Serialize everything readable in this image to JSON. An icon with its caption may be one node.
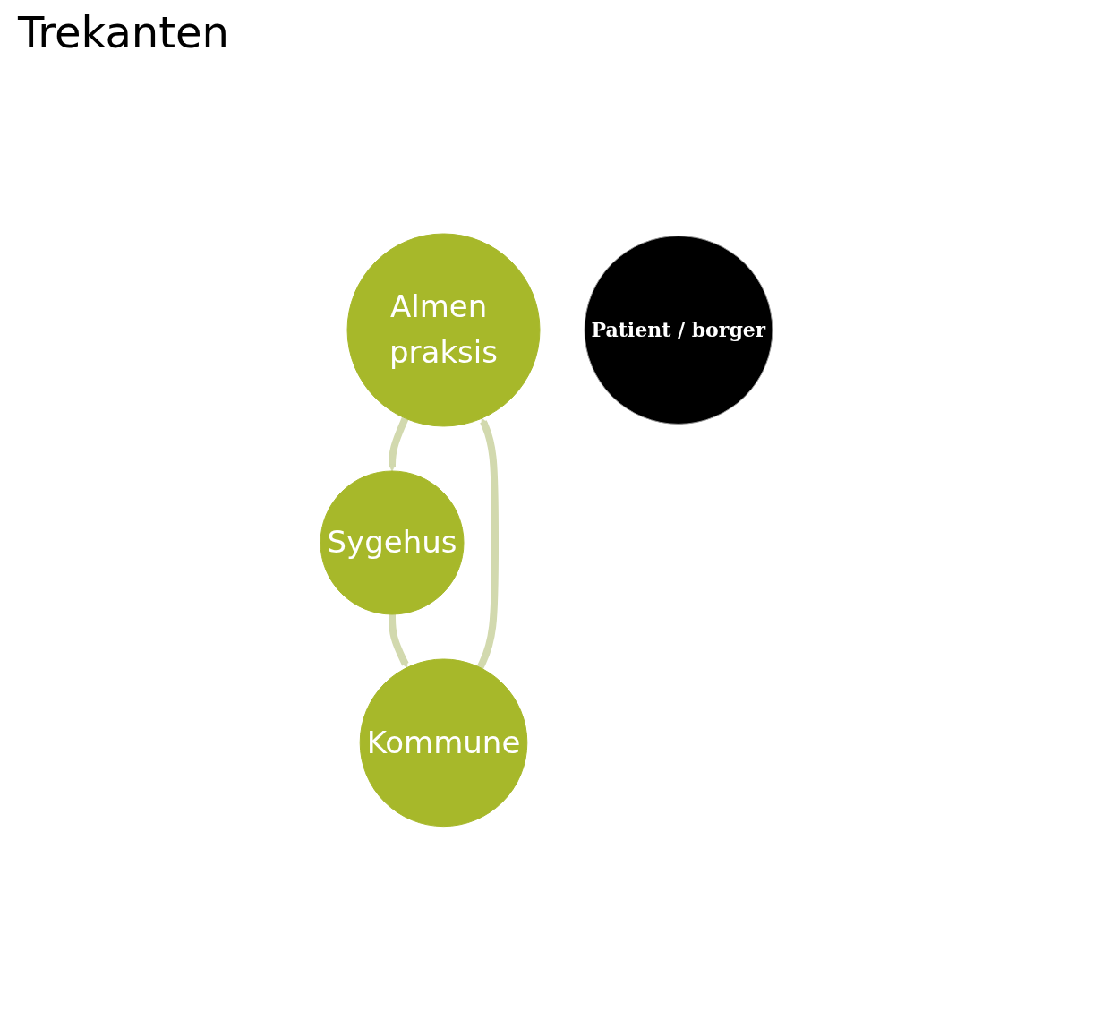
{
  "diagram": {
    "title": "Trekanten",
    "nodes": [
      {
        "text": [
          "Almen praksis"
        ]
      },
      {
        "text": [
          "Patient / borger"
        ]
      },
      {
        "text": [
          "Kommune"
        ]
      },
      {
        "text": [
          "Sygehus"
        ]
      }
    ],
    "edges": [
      {
        "from": 2,
        "to": 0,
        "arrow": "to"
      },
      {
        "from": 0,
        "to": 3,
        "arrow": "to"
      },
      {
        "from": 3,
        "to": 2,
        "arrow": "to"
      }
    ]
  }
}
